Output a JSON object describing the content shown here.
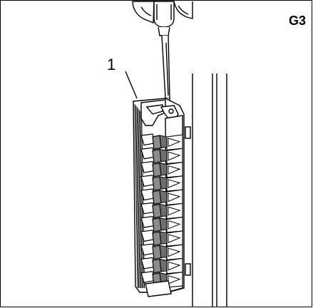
{
  "figure": {
    "code": "G3",
    "callouts": [
      {
        "label": "1"
      }
    ]
  },
  "colors": {
    "line": "#000000",
    "background": "#ffffff",
    "shade": "#8c8c8c",
    "shade_dark": "#6e6e6e"
  },
  "illustration": {
    "terminal_count": 11,
    "icons": [
      "hand-icon",
      "screwdriver-icon",
      "terminal-block-icon",
      "mounting-rail-icon"
    ]
  }
}
